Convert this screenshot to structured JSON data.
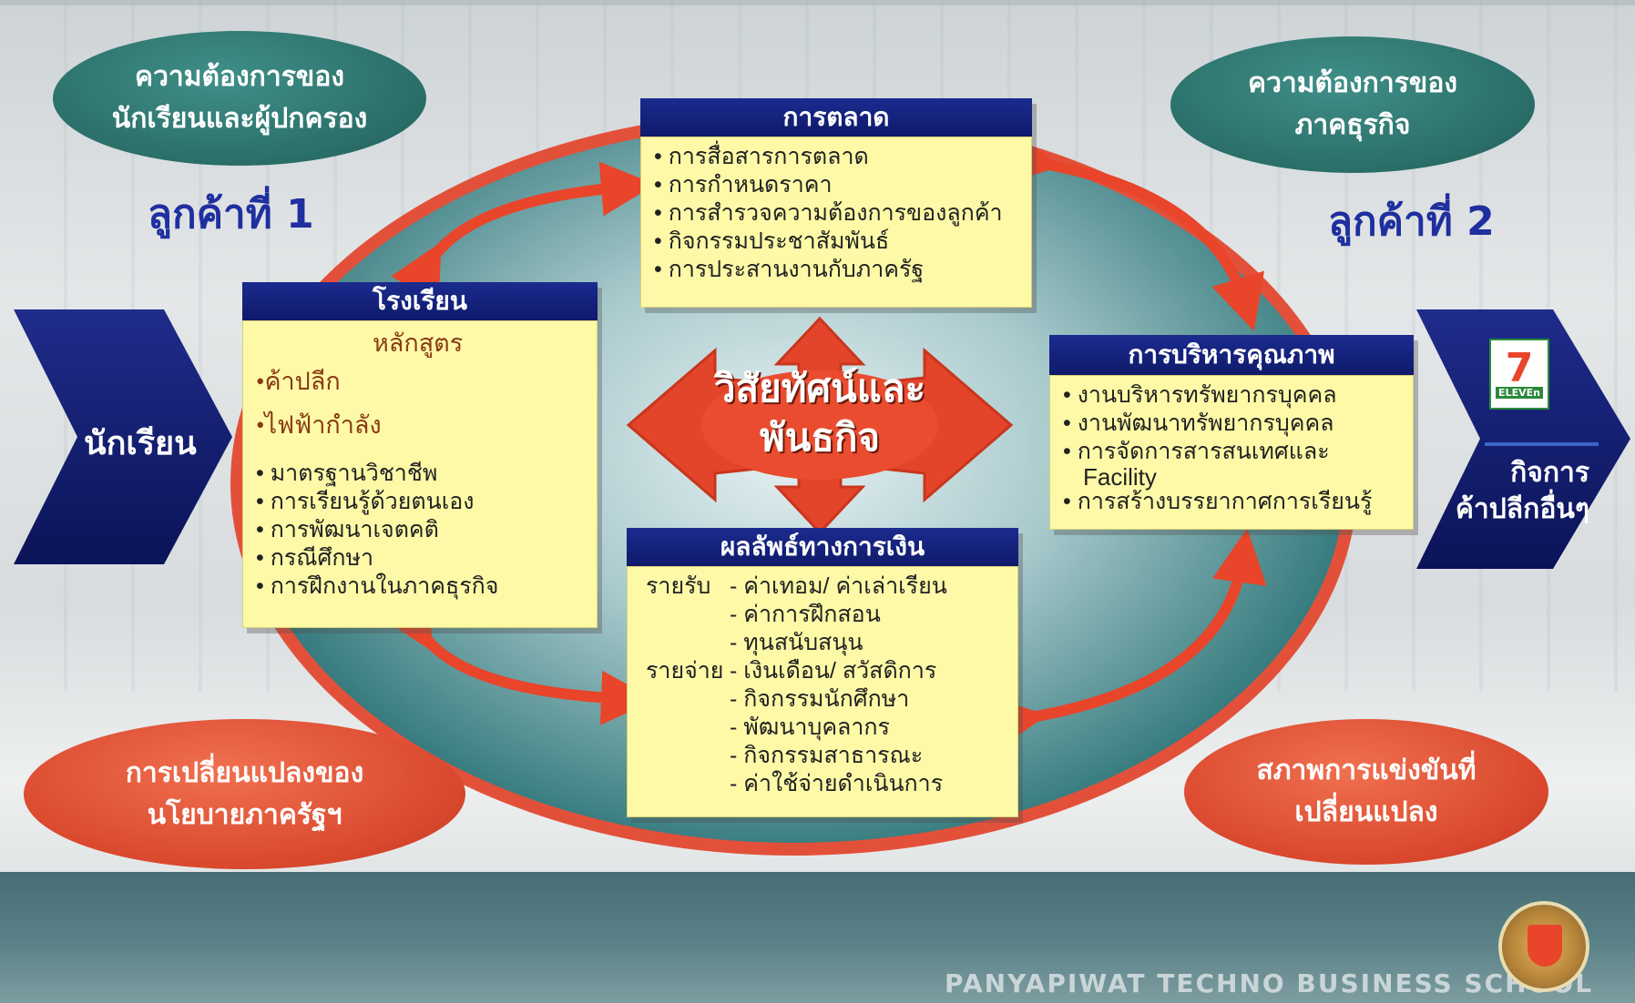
{
  "bubbles": {
    "students_parents": [
      "ความต้องการของ",
      "นักเรียนและผู้ปกครอง"
    ],
    "business": [
      "ความต้องการของ",
      "ภาคธุรกิจ"
    ],
    "gov_policy": [
      "การเปลี่ยนแปลงของ",
      "นโยบายภาครัฐฯ"
    ],
    "competition": [
      "สภาพการแข่งขันที่",
      "เปลี่ยนแปลง"
    ]
  },
  "customers": {
    "first": "ลูกค้าที่ 1",
    "second": "ลูกค้าที่ 2"
  },
  "left_chevron": {
    "label": "นักเรียน"
  },
  "right_chevron": {
    "label_lines": [
      "กิจการ",
      "ค้าปลีกอื่นๆ"
    ],
    "logo_text": "ELEVEn"
  },
  "center": {
    "lines": [
      "วิสัยทัศน์และ",
      "พันธกิจ"
    ]
  },
  "marketing": {
    "title": "การตลาด",
    "items": [
      "การสื่อสารการตลาด",
      "การกำหนดราคา",
      "การสำรวจความต้องการของลูกค้า",
      "กิจกรรมประชาสัมพันธ์",
      "การประสานงานกับภาครัฐ"
    ]
  },
  "school": {
    "title": "โรงเรียน",
    "curriculum": "หลักสูตร",
    "programs": [
      "ค้าปลีก",
      "ไฟฟ้ากำลัง"
    ],
    "items": [
      "มาตรฐานวิชาชีพ",
      "การเรียนรู้ด้วยตนเอง",
      "การพัฒนาเจตคติ",
      "กรณีศึกษา",
      "การฝึกงานในภาคธุรกิจ"
    ]
  },
  "quality": {
    "title": "การบริหารคุณภาพ",
    "items": [
      "งานบริหารทรัพยากรบุคคล",
      "งานพัฒนาทรัพยากรบุคคล",
      "การจัดการสารสนเทศและ",
      "การสร้างบรรยากาศการเรียนรู้"
    ],
    "item3_cont": "Facility"
  },
  "finance": {
    "title": "ผลลัพธ์ทางการเงิน",
    "income_label": "รายรับ",
    "income": [
      "- ค่าเทอม/ ค่าเล่าเรียน",
      "- ค่าการฝึกสอน",
      "- ทุนสนับสนุน"
    ],
    "expense_label": "รายจ่าย",
    "expense": [
      "- เงินเดือน/ สวัสดิการ",
      "- กิจกรรมนักศึกษา",
      "- พัฒนาบุคลากร",
      "- กิจกรรมสาธารณะ",
      "- ค่าใช้จ่ายดำเนินการ"
    ]
  },
  "footer": {
    "text": "PANYAPIWAT  TECHNO BUSINESS SCHOOL"
  },
  "colors": {
    "navy": "#0f1a6a",
    "note": "#fdf9a7",
    "red": "#e3503a",
    "teal": "#2a6e68"
  }
}
